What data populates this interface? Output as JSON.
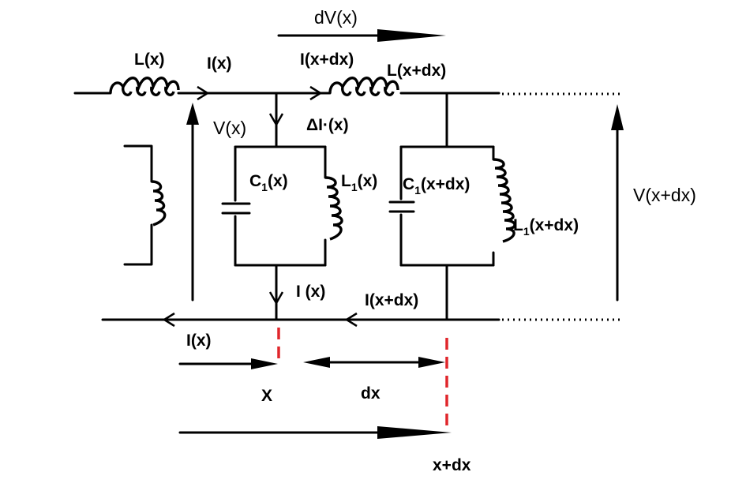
{
  "labels": {
    "dv": "dV(x)",
    "lx": "L(x)",
    "ix_top": "I(x)",
    "ixdx_top": "I(x+dx)",
    "lxdx": "L(x+dx)",
    "vx": "V(x)",
    "delta_i": "ΔI·(x)",
    "c1x_main": "C",
    "c1x_sub": "1",
    "c1x_rest": "(x)",
    "l1x_main": "L",
    "l1x_sub": "1",
    "l1x_rest": "(x)",
    "c1xdx_main": "C",
    "c1xdx_sub": "1",
    "c1xdx_rest": "(x+dx)",
    "l1xdx_main": "L",
    "l1xdx_sub": "1",
    "l1xdx_rest": "(x+dx)",
    "vxdx": "V(x+dx)",
    "i_shunt": "I (x)",
    "ixdx_bottom": "I(x+dx)",
    "ix_bottom": "I(x)",
    "x": "X",
    "dx": "dx",
    "xdx": "x+dx"
  },
  "colors": {
    "line": "#000000",
    "position_marker": "#e0262b",
    "background": "#ffffff"
  }
}
